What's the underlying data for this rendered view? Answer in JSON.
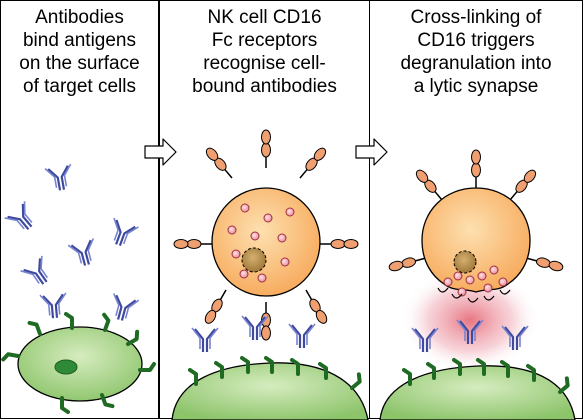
{
  "panels": [
    {
      "caption_lines": [
        "Antibodies",
        "bind antigens",
        "on the surface",
        "of target cells"
      ]
    },
    {
      "caption_lines": [
        "NK cell CD16",
        "Fc receptors",
        "recognise cell-",
        "bound antibodies"
      ]
    },
    {
      "caption_lines": [
        "Cross-linking of",
        "CD16 triggers",
        "degranulation into",
        "a lytic synapse"
      ]
    }
  ],
  "colors": {
    "antibody": "#4a56a8",
    "antigen": "#2e7d2e",
    "target_cell": "#9ccc7a",
    "nk_cell": "#f8b46e",
    "receptor": "#f0a070",
    "granule": "#e6a0a8",
    "nucleus": "#b08a4a",
    "synapse": "#e05060"
  },
  "icons": [
    "arrow-right-icon",
    "arrow-right-icon"
  ]
}
